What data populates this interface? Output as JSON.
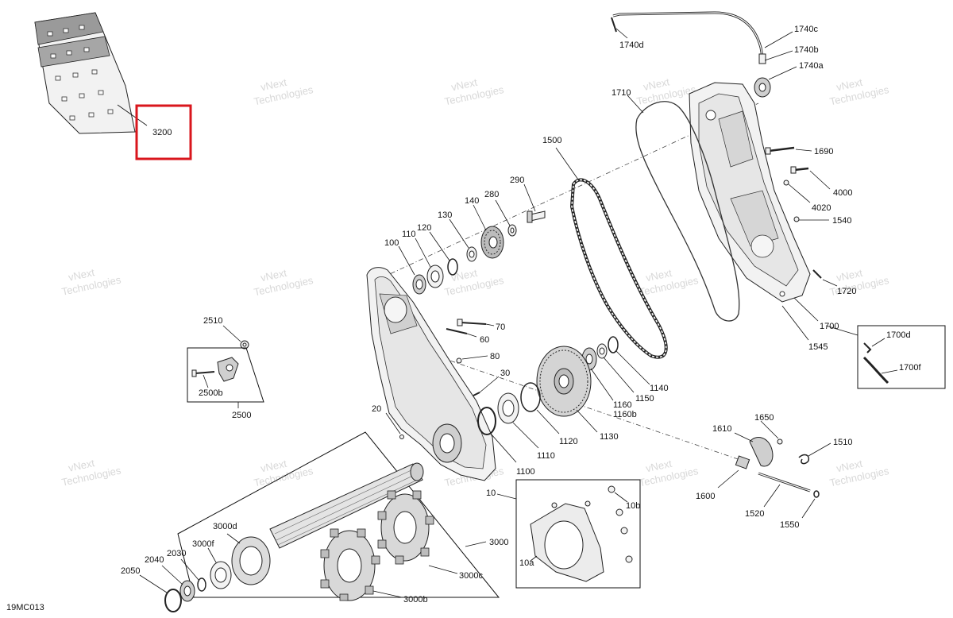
{
  "diagram": {
    "code": "19MC013",
    "highlight_color": "#d9161c",
    "watermark_lines": [
      "vNext",
      "Technologies"
    ],
    "callouts": {
      "c3200": "3200",
      "c1740c": "1740c",
      "c1740b": "1740b",
      "c1740a": "1740a",
      "c1740d": "1740d",
      "c1710": "1710",
      "c1500": "1500",
      "c1690": "1690",
      "c4000": "4000",
      "c4020": "4020",
      "c1540": "1540",
      "c1720": "1720",
      "c1700": "1700",
      "c1545": "1545",
      "c1700d": "1700d",
      "c1700f": "1700f",
      "c290": "290",
      "c280": "280",
      "c140": "140",
      "c130": "130",
      "c120": "120",
      "c110": "110",
      "c100": "100",
      "c70": "70",
      "c60": "60",
      "c80": "80",
      "c30": "30",
      "c20": "20",
      "c2510": "2510",
      "c2500b": "2500b",
      "c2500": "2500",
      "c1140": "1140",
      "c1150": "1150",
      "c1160": "1160",
      "c1160b": "1160b",
      "c1130": "1130",
      "c1120": "1120",
      "c1110": "1110",
      "c1100": "1100",
      "c1650": "1650",
      "c1610": "1610",
      "c1510": "1510",
      "c1600": "1600",
      "c1520": "1520",
      "c1550": "1550",
      "c10": "10",
      "c10b": "10b",
      "c10a": "10a",
      "c3000d": "3000d",
      "c3000f": "3000f",
      "c3000": "3000",
      "c3000c": "3000c",
      "c3000b": "3000b",
      "c2030": "2030",
      "c2040": "2040",
      "c2050": "2050"
    }
  }
}
